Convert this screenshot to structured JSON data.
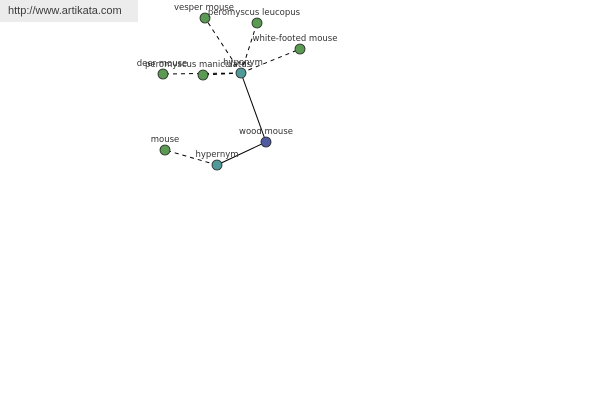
{
  "banner": {
    "url_text": "http://www.artikata.com"
  },
  "colors": {
    "term": "#5a9a52",
    "relation": "#4f9a98",
    "focus": "#4f5aa0"
  },
  "graph": {
    "nodes": [
      {
        "id": "wood-mouse",
        "label": "wood mouse",
        "role": "focus"
      },
      {
        "id": "hyponym",
        "label": "hyponym",
        "role": "relation"
      },
      {
        "id": "hypernym",
        "label": "hypernym",
        "role": "relation"
      },
      {
        "id": "vesper-mouse",
        "label": "vesper mouse",
        "role": "term"
      },
      {
        "id": "peromyscus-leucopus",
        "label": "peromyscus leucopus",
        "role": "term"
      },
      {
        "id": "white-footed-mouse",
        "label": "white-footed mouse",
        "role": "term"
      },
      {
        "id": "deer-mouse",
        "label": "deer mouse",
        "role": "term"
      },
      {
        "id": "peromyscus-maniculatus",
        "label": "peromyscus maniculatus",
        "role": "term"
      },
      {
        "id": "mouse",
        "label": "mouse",
        "role": "term"
      }
    ],
    "edges": [
      {
        "from": "wood-mouse",
        "to": "hyponym",
        "style": "solid"
      },
      {
        "from": "wood-mouse",
        "to": "hypernym",
        "style": "solid"
      },
      {
        "from": "hyponym",
        "to": "vesper-mouse",
        "style": "dashed"
      },
      {
        "from": "hyponym",
        "to": "peromyscus-leucopus",
        "style": "dashed"
      },
      {
        "from": "hyponym",
        "to": "white-footed-mouse",
        "style": "dashed"
      },
      {
        "from": "hyponym",
        "to": "deer-mouse",
        "style": "dashed"
      },
      {
        "from": "hyponym",
        "to": "peromyscus-maniculatus",
        "style": "dashed"
      },
      {
        "from": "hypernym",
        "to": "mouse",
        "style": "dashed"
      }
    ]
  }
}
